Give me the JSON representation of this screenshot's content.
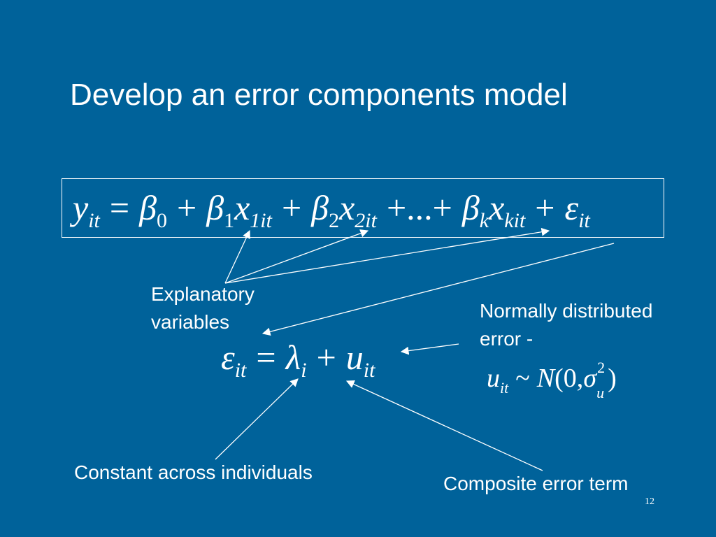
{
  "title": "Develop an error components model",
  "equation_main": {
    "y": "y",
    "y_sub": "it",
    "eq": "=",
    "beta0": "β",
    "beta0_sub": "0",
    "plus1": "+",
    "beta1": "β",
    "beta1_sub": "1",
    "x1": "x",
    "x1_sub": "1it",
    "plus2": "+",
    "beta2": "β",
    "beta2_sub": "2",
    "x2": "x",
    "x2_sub": "2it",
    "plus3": "+",
    "dots": "...",
    "plus4": "+",
    "betak": "β",
    "betak_sub": "k",
    "xk": "x",
    "xk_sub": "kit",
    "plus5": "+",
    "eps": "ε",
    "eps_sub": "it"
  },
  "equation_error": {
    "eps": "ε",
    "eps_sub": "it",
    "eq": "=",
    "lambda": "λ",
    "lambda_sub": "i",
    "plus": "+",
    "u": "u",
    "u_sub": "it"
  },
  "equation_dist": {
    "u": "u",
    "u_sub": "it",
    "tilde": "~",
    "N": "N",
    "open": "(0,",
    "sigma": "σ",
    "sigma_sub": "u",
    "sigma_sup": "2",
    "close": ")"
  },
  "labels": {
    "explanatory_line1": "Explanatory",
    "explanatory_line2": "variables",
    "normal_line1": "Normally distributed",
    "normal_line2": "error -",
    "constant": "Constant across individuals",
    "composite": "Composite error term"
  },
  "page_number": "12",
  "colors": {
    "background": "#00629a",
    "foreground": "#ffffff"
  }
}
